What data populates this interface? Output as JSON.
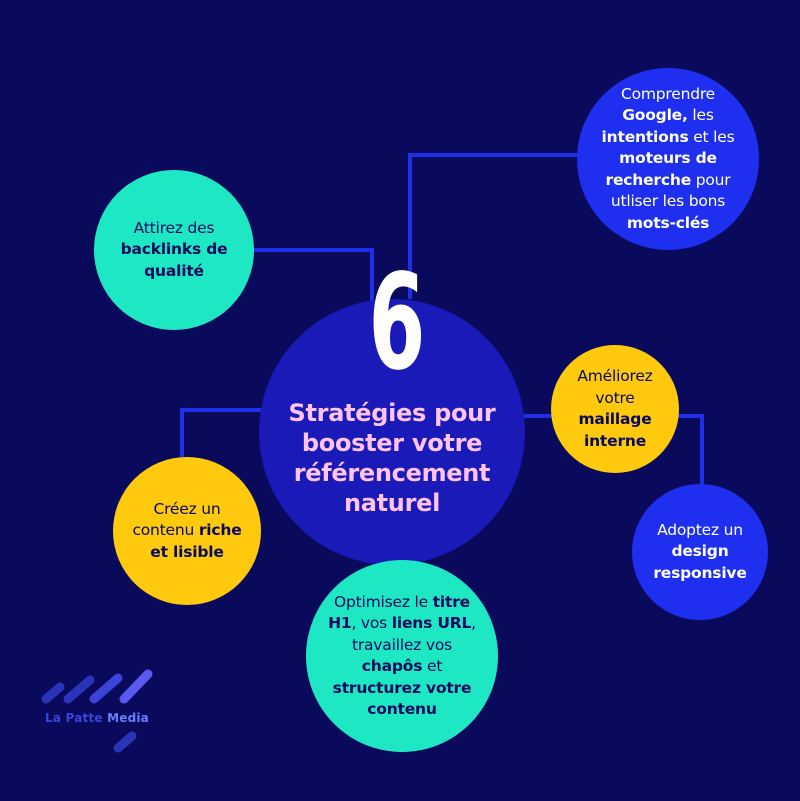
{
  "colors": {
    "background": "#0a0a5c",
    "teal": "#1ee8c4",
    "yellow": "#ffc90e",
    "blue": "#1f2ff0",
    "center": "#1a1ab8",
    "line": "#1f2fe8",
    "title_pink": "#ffc3f0"
  },
  "center": {
    "number": "6",
    "title_line1": "Stratégies pour",
    "title_line2": "booster votre",
    "title_line3": "référencement",
    "title_line4": "naturel"
  },
  "nodes": {
    "google": {
      "l1": "Comprendre",
      "l2b": "Google,",
      "l2": " les",
      "l3b": "intentions",
      "l3": " et les",
      "l4b": "moteurs de",
      "l5b": "recherche",
      "l5": " pour",
      "l6": "utliser les bons",
      "l7b": "mots-clés"
    },
    "backlinks": {
      "l1": "Attirez des",
      "l2b": "backlinks de",
      "l3b": "qualité"
    },
    "maillage": {
      "l1": "Améliorez",
      "l2": "votre",
      "l3b": "maillage",
      "l4b": "interne"
    },
    "contenu": {
      "l1": "Créez un",
      "l2": "contenu ",
      "l2b": "riche",
      "l3b": "et lisible"
    },
    "design": {
      "l1": "Adoptez un",
      "l2b": "design",
      "l3b": "responsive"
    },
    "titre": {
      "l1": "Optimisez le ",
      "l1b": "titre",
      "l2b": "H1",
      "l2": ", vos ",
      "l2b2": "liens URL",
      "l2e": ",",
      "l3": "travaillez vos",
      "l4b": "chapôs",
      "l4": " et",
      "l5b": "structurez votre",
      "l6b": "contenu"
    }
  },
  "logo": {
    "name_part1": "La Patte ",
    "name_part2": "Media"
  }
}
